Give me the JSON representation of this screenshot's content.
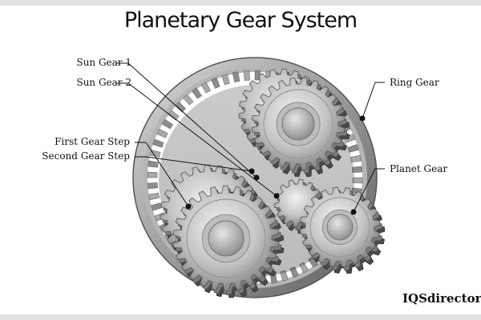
{
  "title": "Planetary Gear System",
  "labels": {
    "sun_gear_1": "Sun Gear 1",
    "sun_gear_2": "Sun Gear 2",
    "first_gear_step": "First Gear Step",
    "second_gear_step": "Second Gear Step",
    "ring_gear": "Ring Gear",
    "planet_gear": "Planet Gear"
  },
  "watermark": "IQSdirector",
  "colors": {
    "background": "#ffffff",
    "border": "#e3e3e3",
    "metal_light": "#e2e2e2",
    "metal_dark": "#5a5a5a",
    "text": "#111111"
  }
}
